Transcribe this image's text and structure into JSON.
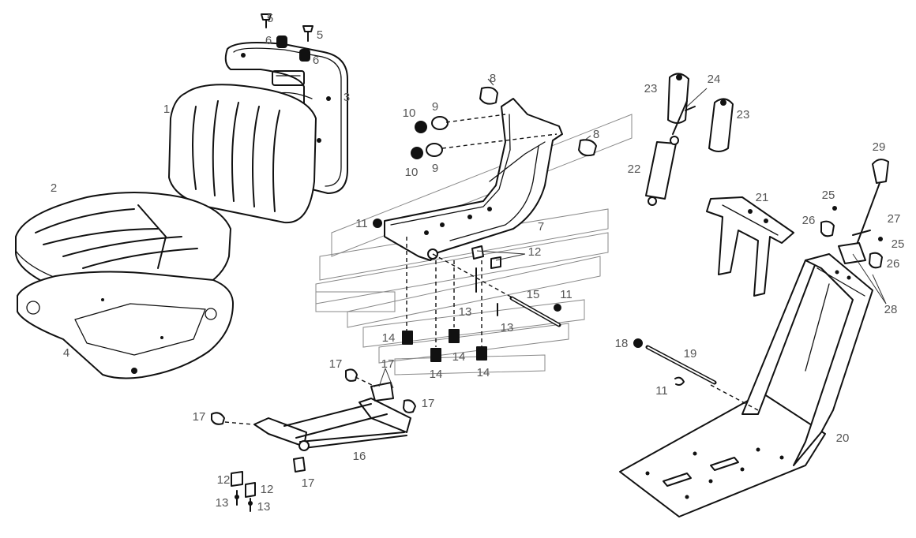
{
  "diagram": {
    "labels": [
      {
        "id": "c5a",
        "text": "5"
      },
      {
        "id": "c5b",
        "text": "5"
      },
      {
        "id": "c6a",
        "text": "6"
      },
      {
        "id": "c6b",
        "text": "6"
      },
      {
        "id": "c1",
        "text": "1"
      },
      {
        "id": "c3",
        "text": "3"
      },
      {
        "id": "c2",
        "text": "2"
      },
      {
        "id": "c4",
        "text": "4"
      },
      {
        "id": "c8a",
        "text": "8"
      },
      {
        "id": "c8b",
        "text": "8"
      },
      {
        "id": "c9a",
        "text": "9"
      },
      {
        "id": "c9b",
        "text": "9"
      },
      {
        "id": "c10a",
        "text": "10"
      },
      {
        "id": "c10b",
        "text": "10"
      },
      {
        "id": "c11a",
        "text": "11"
      },
      {
        "id": "c11b",
        "text": "11"
      },
      {
        "id": "c11c",
        "text": "11"
      },
      {
        "id": "c7",
        "text": "7"
      },
      {
        "id": "c12a",
        "text": "12"
      },
      {
        "id": "c12b",
        "text": "12"
      },
      {
        "id": "c12c",
        "text": "12"
      },
      {
        "id": "c13a",
        "text": "13"
      },
      {
        "id": "c13b",
        "text": "13"
      },
      {
        "id": "c13c",
        "text": "13"
      },
      {
        "id": "c13d",
        "text": "13"
      },
      {
        "id": "c14a",
        "text": "14"
      },
      {
        "id": "c14b",
        "text": "14"
      },
      {
        "id": "c14c",
        "text": "14"
      },
      {
        "id": "c14d",
        "text": "14"
      },
      {
        "id": "c15",
        "text": "15"
      },
      {
        "id": "c16",
        "text": "16"
      },
      {
        "id": "c17a",
        "text": "17"
      },
      {
        "id": "c17b",
        "text": "17"
      },
      {
        "id": "c17c",
        "text": "17"
      },
      {
        "id": "c17d",
        "text": "17"
      },
      {
        "id": "c17e",
        "text": "17"
      },
      {
        "id": "c18",
        "text": "18"
      },
      {
        "id": "c19",
        "text": "19"
      },
      {
        "id": "c20",
        "text": "20"
      },
      {
        "id": "c21",
        "text": "21"
      },
      {
        "id": "c22",
        "text": "22"
      },
      {
        "id": "c23a",
        "text": "23"
      },
      {
        "id": "c23b",
        "text": "23"
      },
      {
        "id": "c24",
        "text": "24"
      },
      {
        "id": "c25a",
        "text": "25"
      },
      {
        "id": "c25b",
        "text": "25"
      },
      {
        "id": "c26a",
        "text": "26"
      },
      {
        "id": "c26b",
        "text": "26"
      },
      {
        "id": "c27",
        "text": "27"
      },
      {
        "id": "c28",
        "text": "28"
      },
      {
        "id": "c29",
        "text": "29"
      }
    ]
  }
}
